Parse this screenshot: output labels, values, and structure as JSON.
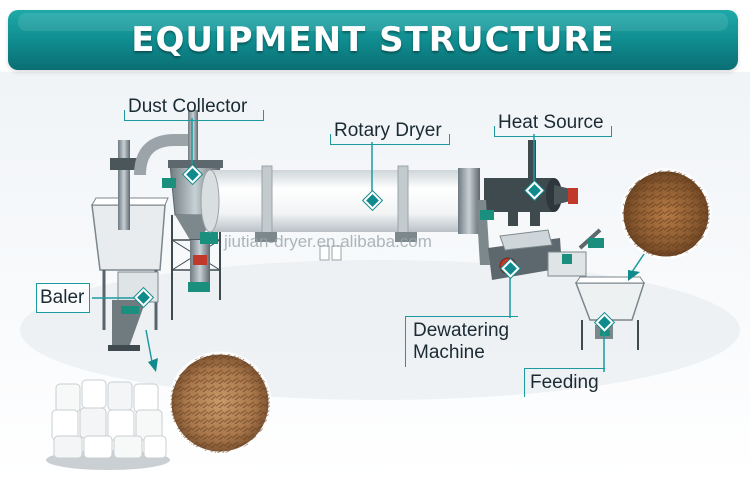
{
  "title": "EQUIPMENT STRUCTURE",
  "watermark": "jiutian-dryer.en.alibaba.com",
  "labels": {
    "dust_collector": "Dust Collector",
    "rotary_dryer": "Rotary Dryer",
    "heat_source": "Heat Source",
    "baler": "Baler",
    "dewatering_line1": "Dewatering",
    "dewatering_line2": "Machine",
    "feeding": "Feeding"
  },
  "colors": {
    "accent": "#0f8a8d",
    "accent_light": "#1fa9a9",
    "label_text": "#1b2b33",
    "equipment_green": "#1a8f7e"
  }
}
